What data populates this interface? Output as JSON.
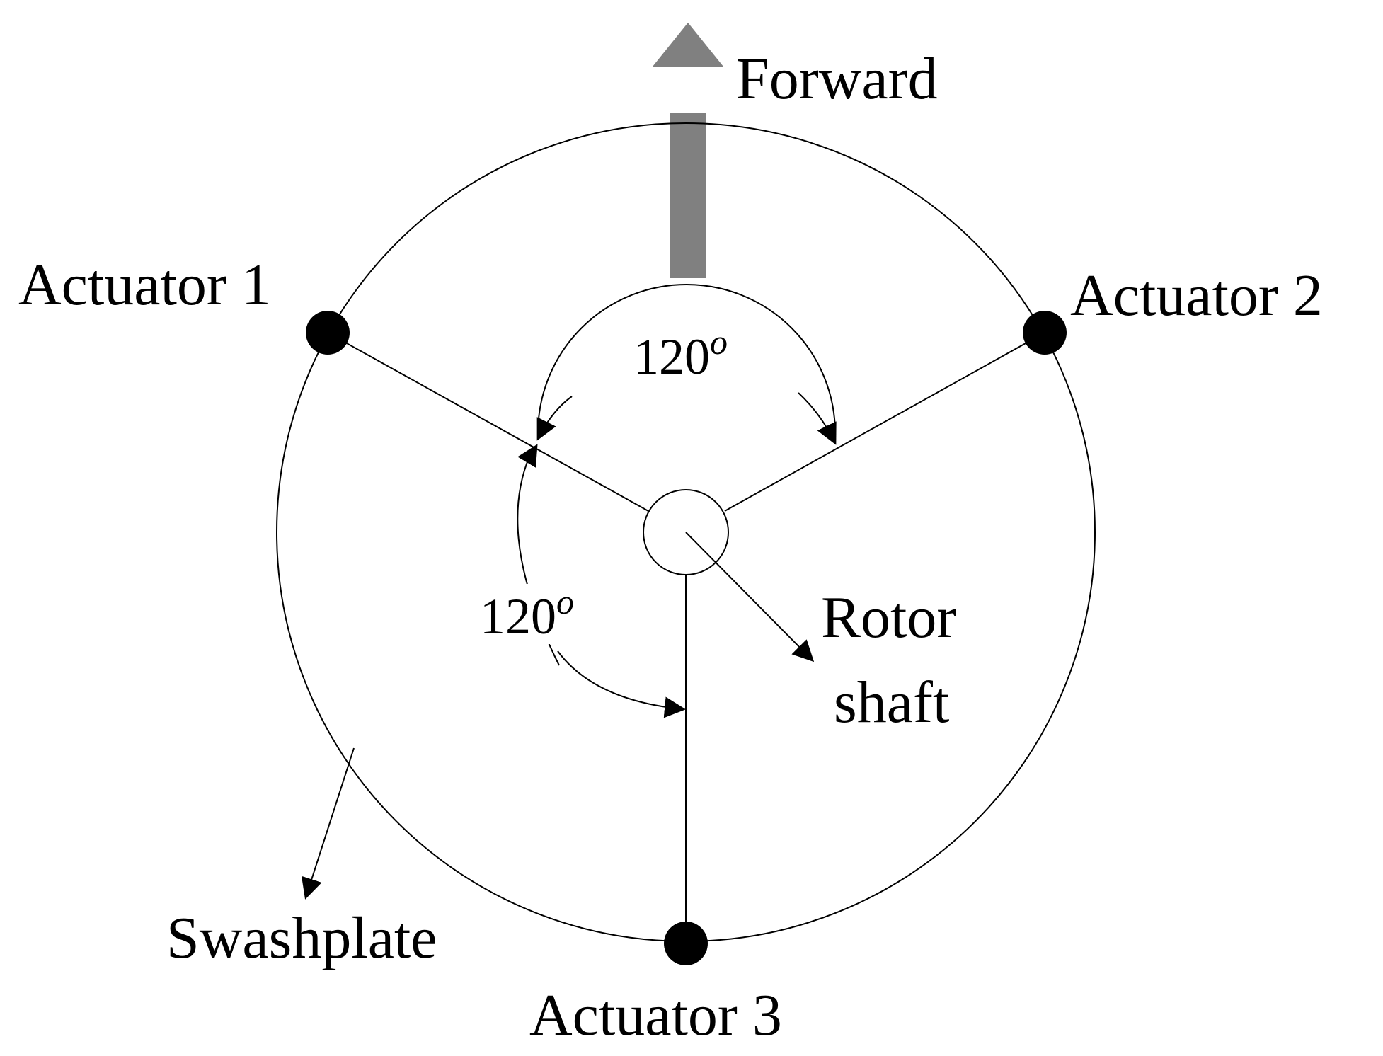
{
  "labels": {
    "forward": "Forward",
    "actuator_1": "Actuator 1",
    "actuator_2": "Actuator 2",
    "actuator_3": "Actuator 3",
    "angle_top": "120",
    "angle_left": "120",
    "degree_mark": "o",
    "rotor_line1": "Rotor",
    "rotor_line2": "shaft",
    "swashplate": "Swashplate"
  },
  "colors": {
    "forward_arrow": "#808080",
    "lines": "#000000",
    "actuator_dot": "#000000"
  },
  "icons": {
    "forward_arrow": "up-arrow-icon",
    "actuator_marker": "filled-circle-icon"
  }
}
